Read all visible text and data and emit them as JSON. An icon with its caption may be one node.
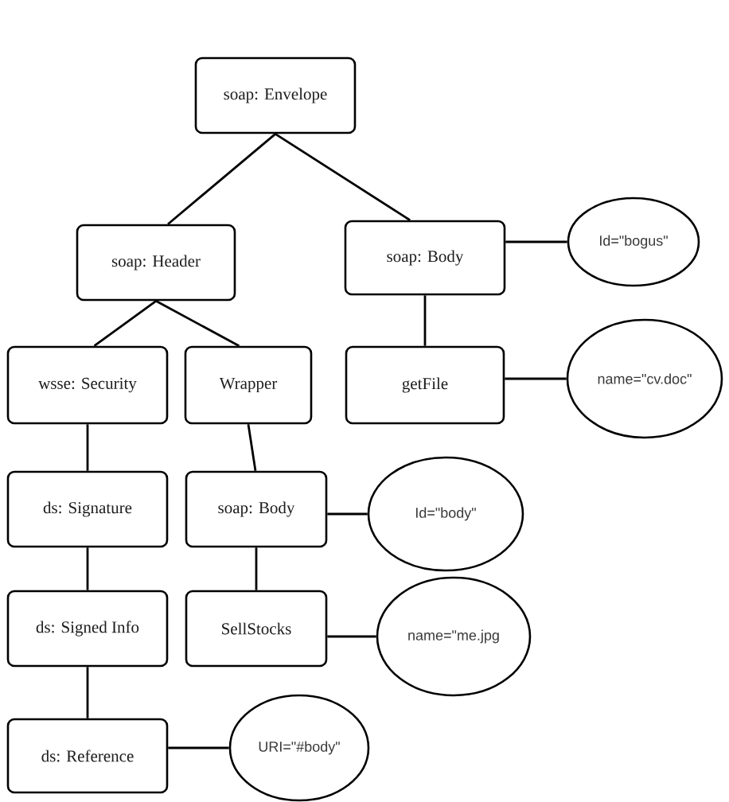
{
  "diagram": {
    "nodes": [
      {
        "text": [
          "soap: Envelope"
        ]
      },
      {
        "text": [
          "soap: Header"
        ]
      },
      {
        "text": [
          "soap: Body"
        ]
      },
      {
        "text": [
          "Id=\"bogus\""
        ]
      },
      {
        "text": [
          "wsse: Security"
        ]
      },
      {
        "text": [
          "Wrapper"
        ]
      },
      {
        "text": [
          "getFile"
        ]
      },
      {
        "text": [
          "name=\"cv.doc\""
        ]
      },
      {
        "text": [
          "ds: Signature"
        ]
      },
      {
        "text": [
          "soap: Body"
        ]
      },
      {
        "text": [
          "Id=\"body\""
        ]
      },
      {
        "text": [
          "ds: Signed Info"
        ]
      },
      {
        "text": [
          "SellStocks"
        ]
      },
      {
        "text": [
          "name=\"me.jpg"
        ]
      },
      {
        "text": [
          "ds: Reference"
        ]
      },
      {
        "text": [
          "URI=\"#body\""
        ]
      }
    ],
    "edges": [
      {
        "from": 0,
        "to": 1,
        "arrow": "none"
      },
      {
        "from": 0,
        "to": 2,
        "arrow": "none"
      },
      {
        "from": 2,
        "to": 3,
        "arrow": "none"
      },
      {
        "from": 1,
        "to": 4,
        "arrow": "none"
      },
      {
        "from": 1,
        "to": 5,
        "arrow": "none"
      },
      {
        "from": 2,
        "to": 6,
        "arrow": "none"
      },
      {
        "from": 6,
        "to": 7,
        "arrow": "none"
      },
      {
        "from": 4,
        "to": 8,
        "arrow": "none"
      },
      {
        "from": 5,
        "to": 9,
        "arrow": "none"
      },
      {
        "from": 9,
        "to": 10,
        "arrow": "none"
      },
      {
        "from": 8,
        "to": 11,
        "arrow": "none"
      },
      {
        "from": 9,
        "to": 12,
        "arrow": "none"
      },
      {
        "from": 12,
        "to": 13,
        "arrow": "none"
      },
      {
        "from": 11,
        "to": 14,
        "arrow": "none"
      },
      {
        "from": 14,
        "to": 15,
        "arrow": "none"
      }
    ]
  }
}
